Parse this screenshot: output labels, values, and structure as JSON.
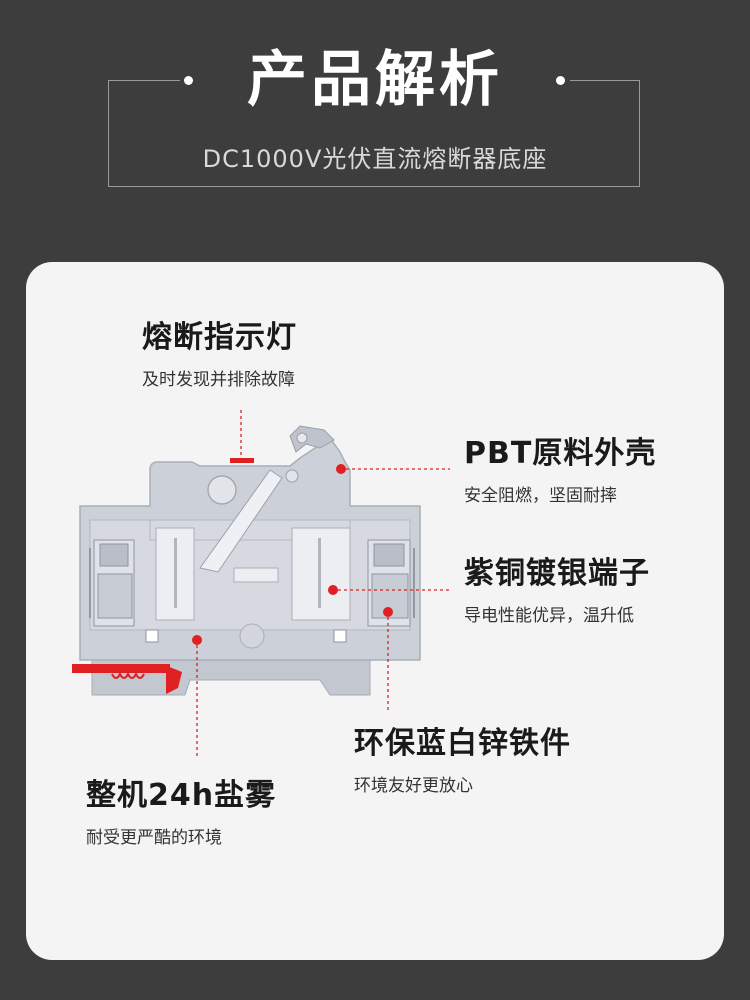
{
  "header": {
    "title": "产品解析",
    "subtitle": "DC1000V光伏直流熔断器底座"
  },
  "features": {
    "indicator": {
      "title": "熔断指示灯",
      "desc": "及时发现并排除故障"
    },
    "housing": {
      "title": "PBT原料外壳",
      "desc": "安全阻燃，坚固耐摔"
    },
    "terminal": {
      "title": "紫铜镀银端子",
      "desc": "导电性能优异，温升低"
    },
    "zinc": {
      "title": "环保蓝白锌铁件",
      "desc": "环境友好更放心"
    },
    "salt_spray": {
      "title": "整机24h盐雾",
      "desc": "耐受更严酷的环境"
    }
  },
  "colors": {
    "background": "#3d3d3d",
    "card": "#f4f4f4",
    "accent_red": "#e02020",
    "housing_gray": "#c9ccd4"
  }
}
